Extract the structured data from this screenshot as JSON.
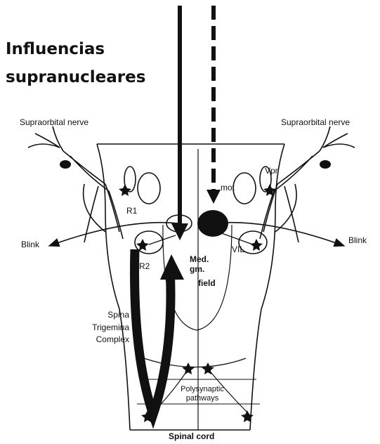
{
  "heading": {
    "line1": "Influencias",
    "line2": "supranucleares"
  },
  "labels": {
    "supraorbital_left": "Supraorbital nerve",
    "supraorbital_right": "Supraorbital nerve",
    "blink_left": "Blink",
    "blink_right": "Blink",
    "r1": "R1",
    "r2": "R2",
    "vpr": "Vpr",
    "vmot": "mot",
    "vii": "VIL",
    "med_field_1": "Med.",
    "med_field_2": "gm.",
    "med_field_3": "field",
    "spinal_trig_1": "Spina",
    "spinal_trig_2": "Trigemina",
    "spinal_trig_3": "Complex",
    "polysynaptic_1": "Polysynaptic",
    "polysynaptic_2": "pathways",
    "spinal_cord": "Spinal cord"
  },
  "colors": {
    "ink": "#111111",
    "background": "#ffffff"
  }
}
